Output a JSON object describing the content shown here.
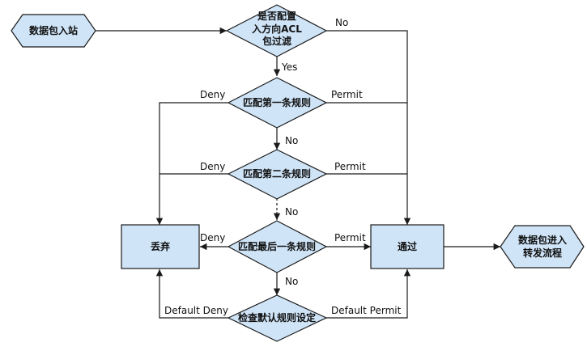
{
  "nodes": {
    "start": "数据包入站",
    "check_acl": [
      "是否配置",
      "入方向ACL",
      "包过滤"
    ],
    "rule1": "匹配第一条规则",
    "rule2": "匹配第二条规则",
    "rule_last": "匹配最后一条规则",
    "default": "检查默认规则设定",
    "discard": "丢弃",
    "pass": "通过",
    "forward": [
      "数据包进入",
      "转发流程"
    ]
  },
  "edges": {
    "no": "No",
    "yes": "Yes",
    "deny": "Deny",
    "permit": "Permit",
    "default_deny": "Default Deny",
    "default_permit": "Default Permit"
  },
  "colors": {
    "fill": "#cfe4f7",
    "stroke": "#1a1a1a"
  }
}
